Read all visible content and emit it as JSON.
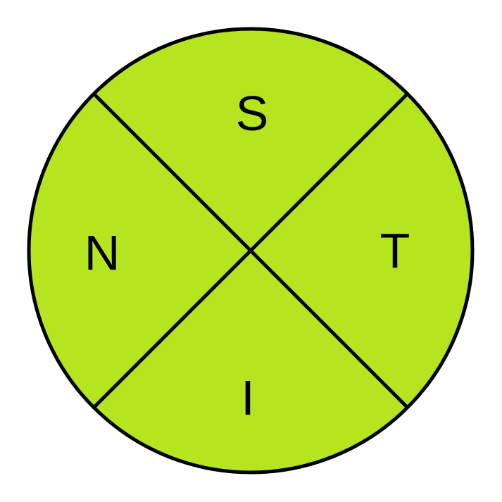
{
  "colors": {
    "fill": "#b5e51e",
    "stroke": "#000000",
    "background": "#ffffff"
  },
  "quadrants": {
    "top": "S",
    "right": "T",
    "bottom": "I",
    "left": "N"
  }
}
